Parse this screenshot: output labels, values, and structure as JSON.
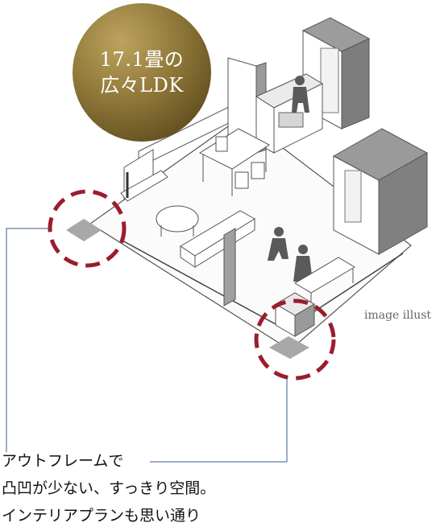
{
  "badge": {
    "line1": "17.1畳の",
    "line2": "広々LDK"
  },
  "caption": "image illust",
  "note": {
    "line1": "アウトフレームで",
    "line2": "凸凹が少ない、すっきり空間。",
    "line3": "インテリアプランも思い通り"
  },
  "colors": {
    "badge_gold": "#8e7638",
    "callout_circle": "#9b1c2e",
    "leader_line": "#3a5a9c",
    "corner_patch": "#a8a8a8",
    "wall_dark": "#8c8c8c",
    "wall_light": "#ffffff"
  }
}
